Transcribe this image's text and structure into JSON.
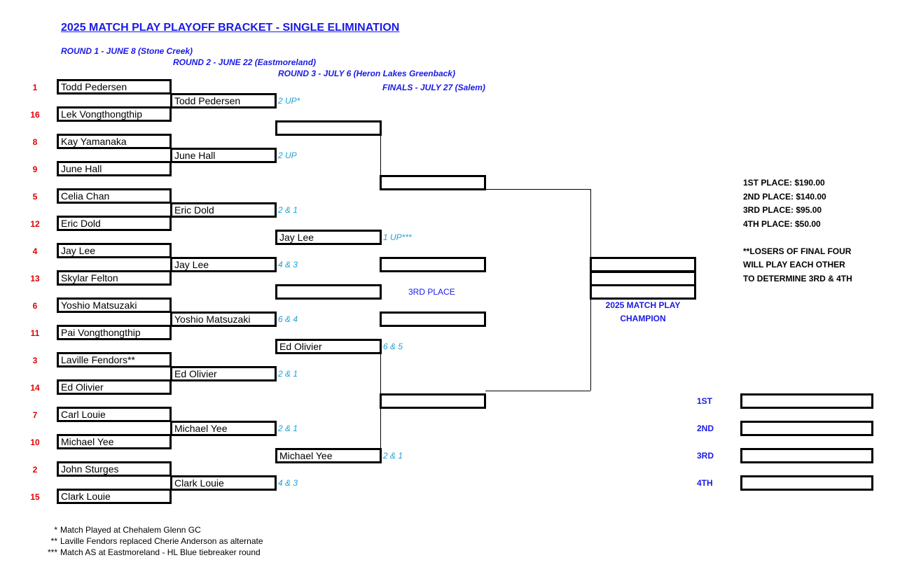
{
  "title": "2025 MATCH PLAY PLAYOFF BRACKET - SINGLE ELIMINATION",
  "rounds": [
    "ROUND 1 - JUNE 8 (Stone Creek)",
    "ROUND 2 - JUNE 22 (Eastmoreland)",
    "ROUND 3 - JULY 6 (Heron Lakes Greenback)",
    "FINALS - JULY 27 (Salem)"
  ],
  "round1": [
    {
      "seed": "1",
      "name": "Todd Pedersen"
    },
    {
      "seed": "16",
      "name": "Lek Vongthongthip"
    },
    {
      "seed": "8",
      "name": "Kay Yamanaka"
    },
    {
      "seed": "9",
      "name": "June Hall"
    },
    {
      "seed": "5",
      "name": "Celia Chan"
    },
    {
      "seed": "12",
      "name": "Eric Dold"
    },
    {
      "seed": "4",
      "name": "Jay Lee"
    },
    {
      "seed": "13",
      "name": "Skylar Felton"
    },
    {
      "seed": "6",
      "name": "Yoshio Matsuzaki"
    },
    {
      "seed": "11",
      "name": "Pai Vongthongthip"
    },
    {
      "seed": "3",
      "name": "Laville Fendors**"
    },
    {
      "seed": "14",
      "name": "Ed Olivier"
    },
    {
      "seed": "7",
      "name": "Carl Louie"
    },
    {
      "seed": "10",
      "name": "Michael Yee"
    },
    {
      "seed": "2",
      "name": "John Sturges"
    },
    {
      "seed": "15",
      "name": "Clark Louie"
    }
  ],
  "round2": [
    {
      "name": "Todd Pedersen",
      "result": "2 UP*"
    },
    {
      "name": "June Hall",
      "result": "2 UP"
    },
    {
      "name": "Eric Dold",
      "result": "2 & 1"
    },
    {
      "name": "Jay Lee",
      "result": "4 & 3"
    },
    {
      "name": "Yoshio Matsuzaki",
      "result": "6 & 4"
    },
    {
      "name": "Ed Olivier",
      "result": "2 & 1"
    },
    {
      "name": "Michael Yee",
      "result": "2 & 1"
    },
    {
      "name": "Clark Louie",
      "result": "4 & 3"
    }
  ],
  "round3": [
    {
      "name": "",
      "result": ""
    },
    {
      "name": "Jay Lee",
      "result": "1 UP***"
    },
    {
      "name": "",
      "result": ""
    },
    {
      "name": "Ed Olivier",
      "result": "6 & 5"
    },
    {
      "name": "Michael Yee",
      "result": "2 & 1"
    }
  ],
  "third_place_label": "3RD PLACE",
  "champion_label_1": "2025 MATCH PLAY",
  "champion_label_2": "CHAMPION",
  "prizes": [
    "1ST PLACE: $190.00",
    "2ND PLACE: $140.00",
    "3RD PLACE: $95.00",
    "4TH PLACE: $50.00"
  ],
  "note": [
    "**LOSERS OF FINAL FOUR",
    "WILL PLAY EACH OTHER",
    "TO DETERMINE 3RD & 4TH"
  ],
  "placings": [
    "1ST",
    "2ND",
    "3RD",
    "4TH"
  ],
  "footnotes": [
    {
      "mark": "*",
      "text": "Match Played at Chehalem Glenn GC"
    },
    {
      "mark": "**",
      "text": "Laville Fendors replaced Cherie Anderson as alternate"
    },
    {
      "mark": "***",
      "text": "Match AS at Eastmoreland - HL Blue tiebreaker round"
    }
  ]
}
